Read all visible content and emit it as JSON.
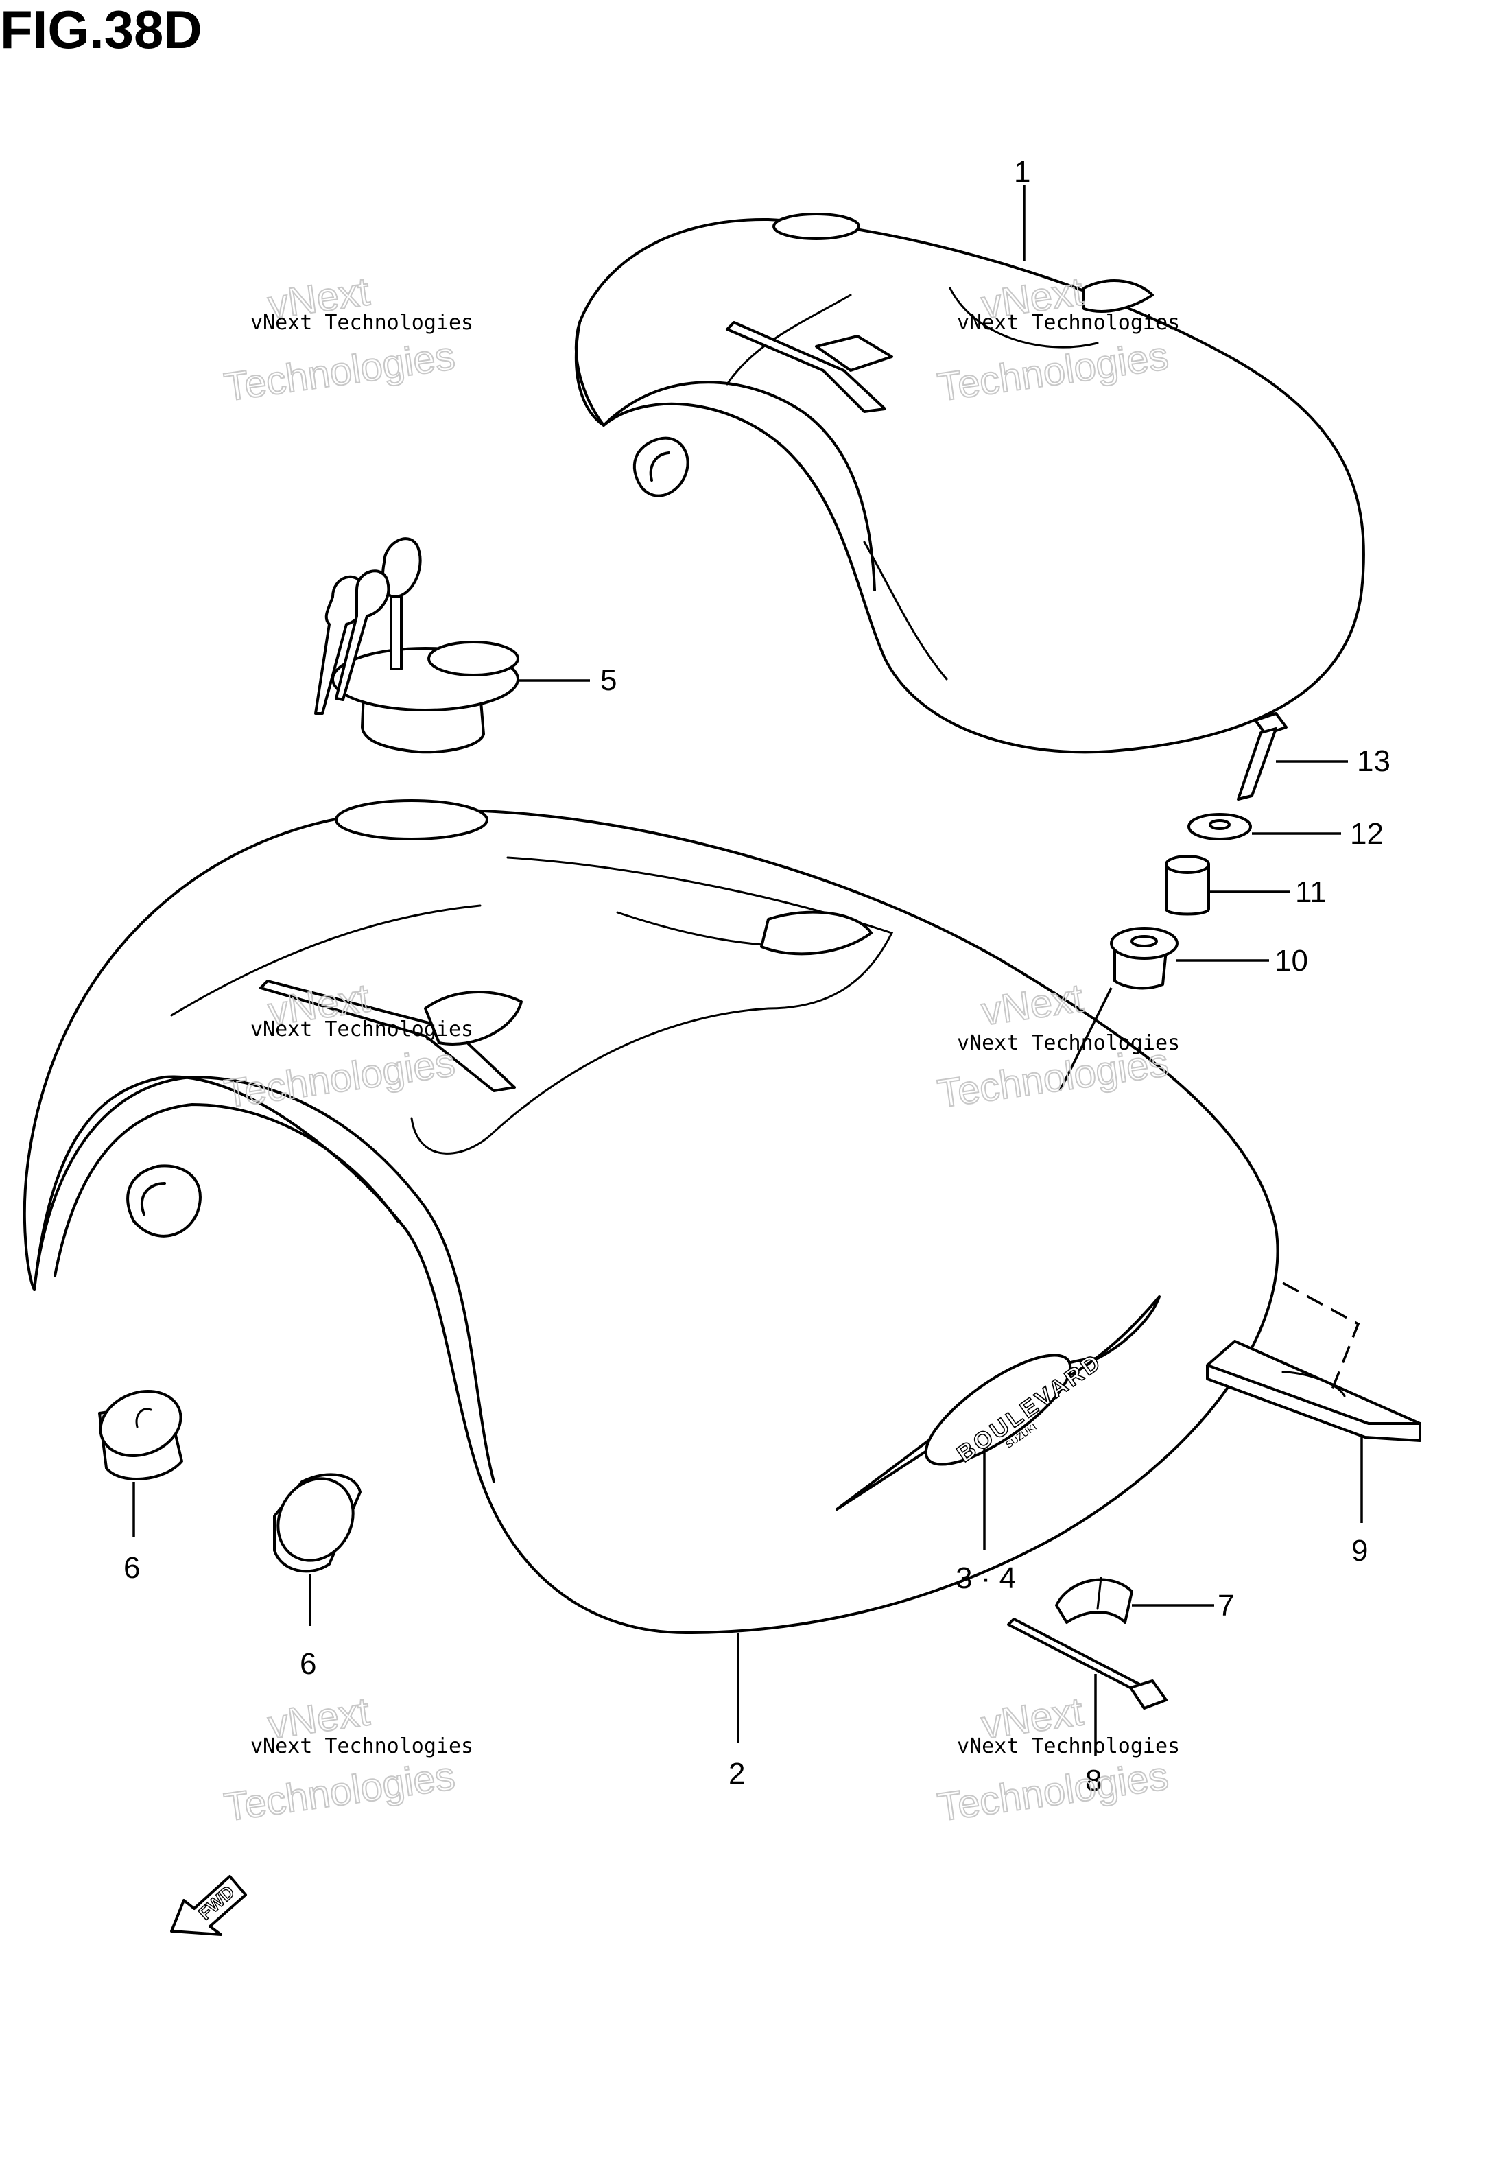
{
  "figure": {
    "title": "FIG.38D"
  },
  "callouts": {
    "part_1": "1",
    "part_2": "2",
    "part_3_4": "3 · 4",
    "part_5": "5",
    "part_6a": "6",
    "part_6b": "6",
    "part_7": "7",
    "part_8": "8",
    "part_9": "9",
    "part_10": "10",
    "part_11": "11",
    "part_12": "12",
    "part_13": "13"
  },
  "watermarks": {
    "small": "vNext Technologies",
    "big_line_1": "vNext",
    "big_line_2": "Technologies"
  },
  "emblem": {
    "text": "BOULEVARD",
    "sub": "SUZUKI"
  },
  "direction": {
    "label": "FWD"
  },
  "colors": {
    "ink": "#000000",
    "paper": "#ffffff",
    "watermark": "#c8c8c8"
  }
}
